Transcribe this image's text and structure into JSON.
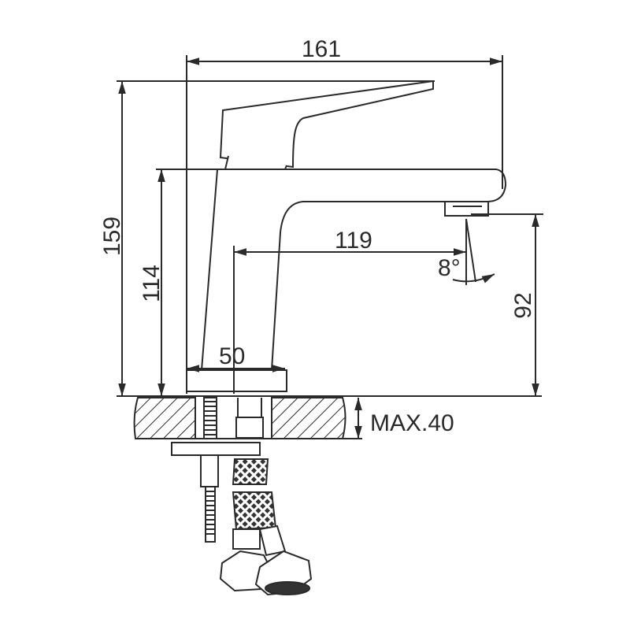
{
  "drawing": {
    "title": "Basin faucet dimension drawing",
    "dimensions": {
      "overall_width": "161",
      "overall_height": "159",
      "spout_height": "114",
      "spout_reach": "119",
      "outlet_angle": "8°",
      "outlet_clearance": "92",
      "base_diameter": "50",
      "max_counter_thickness": "MAX.40"
    },
    "line_color": "#2a2a2a"
  }
}
